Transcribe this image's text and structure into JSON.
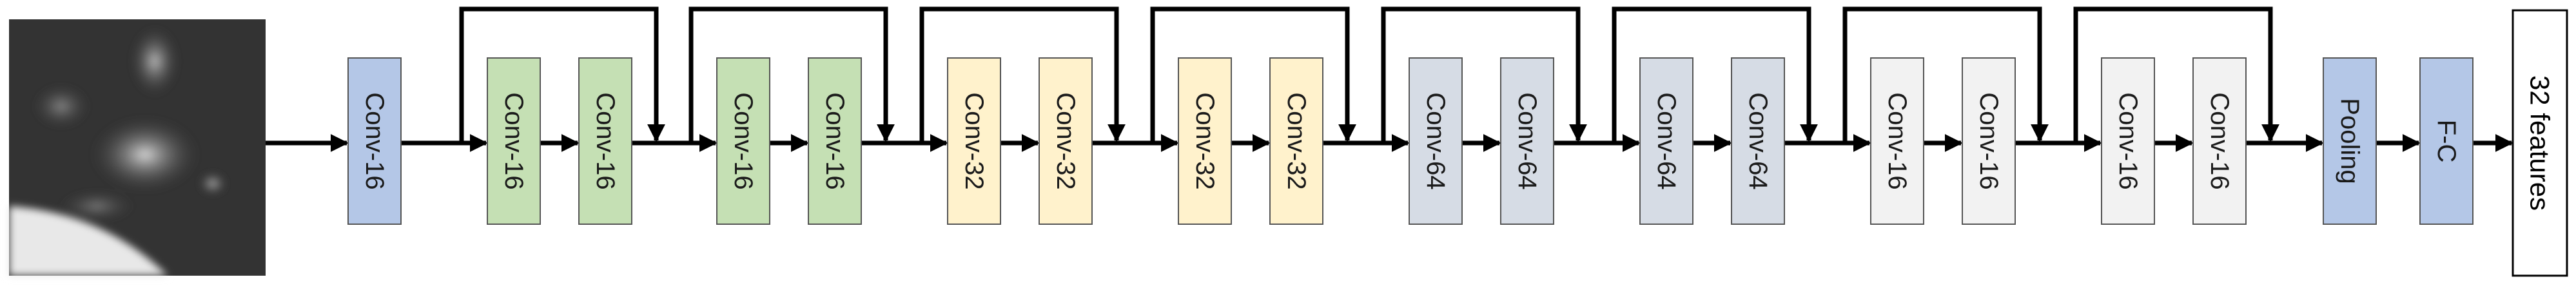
{
  "input_image": {
    "name": "input-ct-patch"
  },
  "blocks": [
    {
      "id": "b0",
      "label": "Conv-16",
      "color": "#b4c7e7"
    },
    {
      "id": "b1",
      "label": "Conv-16",
      "color": "#c5e0b4"
    },
    {
      "id": "b2",
      "label": "Conv-16",
      "color": "#c5e0b4"
    },
    {
      "id": "b3",
      "label": "Conv-16",
      "color": "#c5e0b4"
    },
    {
      "id": "b4",
      "label": "Conv-16",
      "color": "#c5e0b4"
    },
    {
      "id": "b5",
      "label": "Conv-32",
      "color": "#fff2cc"
    },
    {
      "id": "b6",
      "label": "Conv-32",
      "color": "#fff2cc"
    },
    {
      "id": "b7",
      "label": "Conv-32",
      "color": "#fff2cc"
    },
    {
      "id": "b8",
      "label": "Conv-32",
      "color": "#fff2cc"
    },
    {
      "id": "b9",
      "label": "Conv-64",
      "color": "#d6dce5"
    },
    {
      "id": "b10",
      "label": "Conv-64",
      "color": "#d6dce5"
    },
    {
      "id": "b11",
      "label": "Conv-64",
      "color": "#d6dce5"
    },
    {
      "id": "b12",
      "label": "Conv-64",
      "color": "#d6dce5"
    },
    {
      "id": "b13",
      "label": "Conv-16",
      "color": "#f2f2f2"
    },
    {
      "id": "b14",
      "label": "Conv-16",
      "color": "#f2f2f2"
    },
    {
      "id": "b15",
      "label": "Conv-16",
      "color": "#f2f2f2"
    },
    {
      "id": "b16",
      "label": "Conv-16",
      "color": "#f2f2f2"
    },
    {
      "id": "b17",
      "label": "Pooling",
      "color": "#b4c7e7"
    },
    {
      "id": "b18",
      "label": "F-C",
      "color": "#b4c7e7"
    }
  ],
  "output": {
    "label": "32 features",
    "color": "#ffffff"
  },
  "stroke_color": "#000000"
}
